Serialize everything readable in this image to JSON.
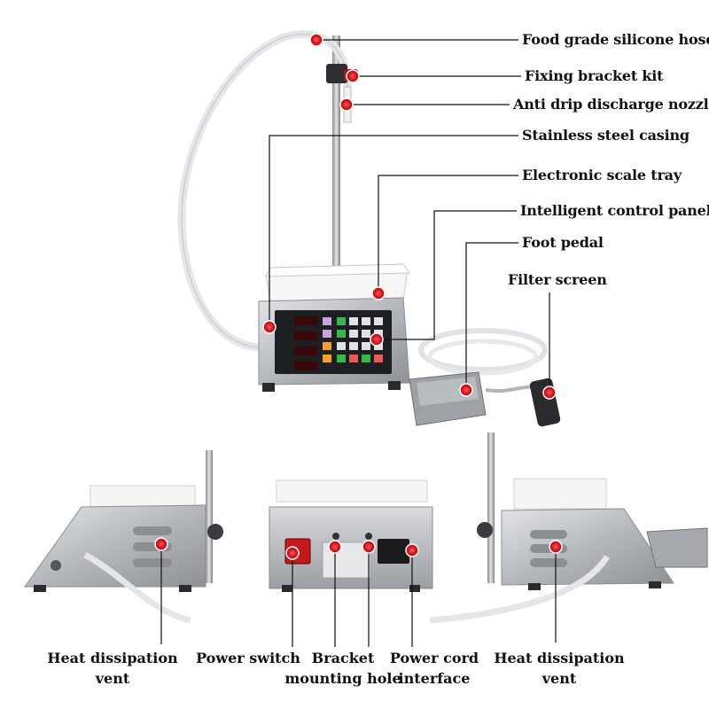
{
  "callouts": {
    "hose": "Food grade silicone hose",
    "bracket": "Fixing bracket kit",
    "nozzle": "Anti drip discharge nozzle",
    "casing": "Stainless steel casing",
    "tray": "Electronic scale tray",
    "panel": "Intelligent control panel",
    "pedal": "Foot pedal",
    "filter": "Filter screen"
  },
  "bottom_callouts": {
    "vent_left": [
      "Heat dissipation",
      "vent"
    ],
    "power_switch": [
      "Power switch"
    ],
    "mount_hole": [
      "Bracket",
      "mounting hole"
    ],
    "power_cord": [
      "Power cord",
      "interface"
    ],
    "vent_right": [
      "Heat dissipation",
      "vent"
    ]
  },
  "colors": {
    "marker": "#e0161c",
    "steel": "#b9bcc1",
    "leader": "#111111"
  }
}
